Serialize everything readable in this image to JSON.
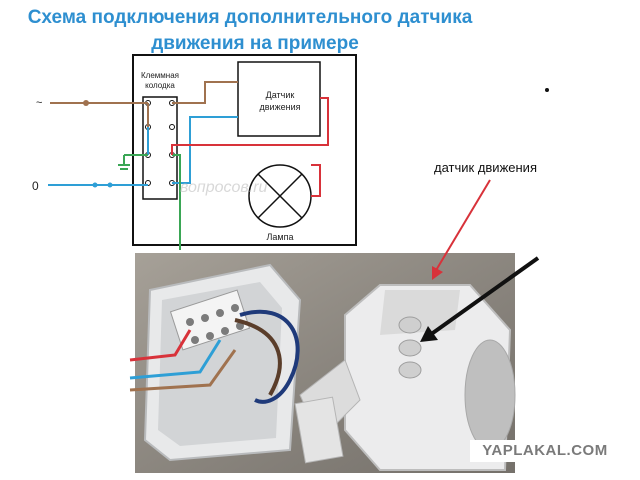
{
  "title": {
    "line1": "Схема подключения дополнительного датчика",
    "line2": "движения на примере"
  },
  "diagram": {
    "terminal_block": "Клеммная колодка",
    "terminal_block_line1": "Клеммная",
    "terminal_block_line2": "колодка",
    "sensor_line1": "Датчик",
    "sensor_line2": "движения",
    "lamp": "Лампа",
    "phase_symbol": "~",
    "neutral_symbol": "0",
    "watermark_text": "вопросов.ru"
  },
  "photo": {
    "annotation": "датчик движения",
    "watermark": "YAPLAKAL.COM"
  },
  "colors": {
    "title": "#2e8fd0",
    "phase_wire": "#a0724f",
    "neutral_wire": "#2e9fd6",
    "ground_wire": "#3aa655",
    "load_wire": "#d8323a",
    "red_arrow": "#d8323a",
    "black_arrow": "#111111"
  }
}
